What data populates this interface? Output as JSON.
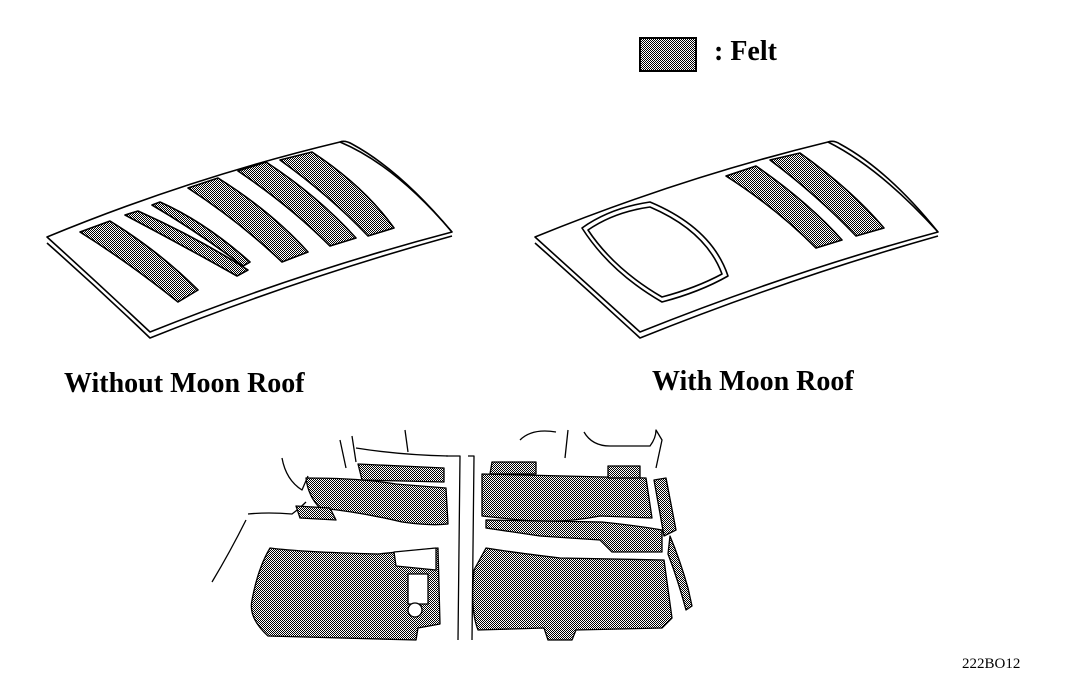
{
  "legend": {
    "symbol_label": ": Felt",
    "felt_color": "#000000"
  },
  "captions": {
    "without_moon_roof": "Without Moon Roof",
    "with_moon_roof": "With Moon Roof"
  },
  "figure_code": "222BO12"
}
